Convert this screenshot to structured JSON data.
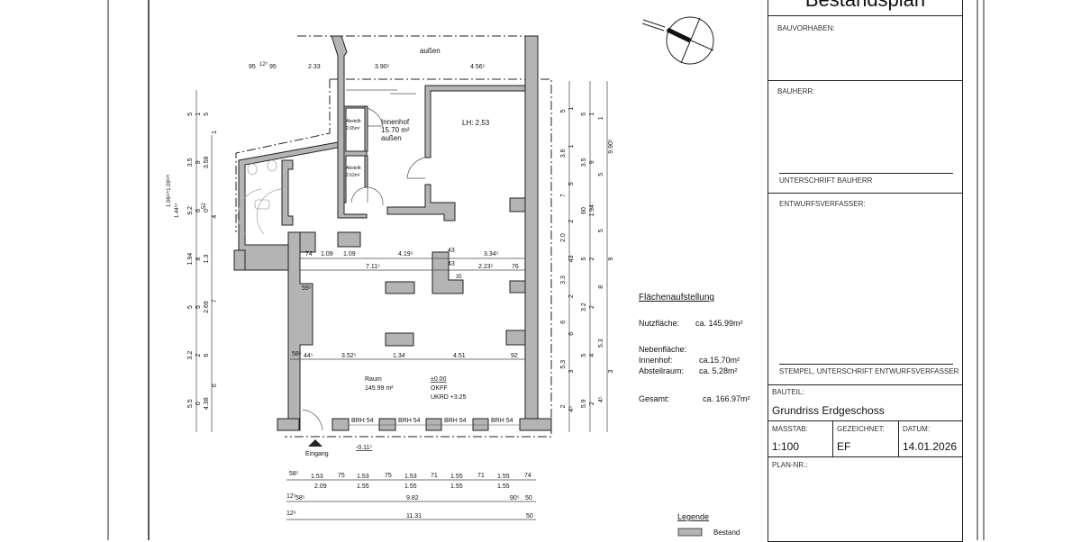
{
  "title_block": {
    "title": "Bestandsplan",
    "bauvorhaben_label": "BAUVORHABEN:",
    "bauherr_label": "BAUHERR:",
    "unterschrift_bauherr": "UNTERSCHRIFT BAUHERR",
    "entwurfsverfasser_label": "ENTWURFSVERFASSER:",
    "stempel_label": "STEMPEL, UNTERSCHRIFT ENTWURFSVERFASSER",
    "bauteil_label": "BAUTEIL:",
    "bauteil_value": "Grundriss Erdgeschoss",
    "masstab_label": "MASSTAB:",
    "masstab_value": "1:100",
    "gezeichnet_label": "GEZEICHNET:",
    "gezeichnet_value": "EF",
    "datum_label": "DATUM:",
    "datum_value": "14.01.2026",
    "plan_nr_label": "PLAN-NR.:"
  },
  "areas": {
    "heading": "Flächenaufstellung",
    "nutzflaeche_label": "Nutzfläche:",
    "nutzflaeche_value": "ca. 145.99m²",
    "nebenflaeche_label": "Nebenfläche:",
    "innenhof_label": "Innenhof:",
    "innenhof_value": "ca.15.70m²",
    "abstellraum_label": "Abstellraum:",
    "abstellraum_value": "ca. 5.28m²",
    "gesamt_label": "Gesamt:",
    "gesamt_value": "ca. 166.97m²"
  },
  "legend": {
    "heading": "Legende",
    "items": [
      {
        "label": "Bestand",
        "color": "#b4b4b4"
      }
    ]
  },
  "rooms": {
    "aussen": "außen",
    "innenhof": [
      "Innenhof",
      "15.70 m²",
      "außen"
    ],
    "abstell1": [
      "Abstellr.",
      "2.65m²"
    ],
    "abstell2": [
      "Abstellr.",
      "2.62m²"
    ],
    "lh": "LH: 2.53",
    "raum": [
      "Raum",
      "145.99 m²"
    ],
    "level": [
      "±0.00",
      "OKFF",
      "UKRD +3.25"
    ],
    "entrance": "Eingang",
    "entrance_level": "-0.11⁵",
    "windows": [
      "BRH 54",
      "BRH 54",
      "BRH 54",
      "BRH 54"
    ]
  },
  "dimensions": {
    "top": [
      "95",
      "12⁵",
      "95",
      "2.33",
      "3.90⁵",
      "4.56⁵"
    ],
    "row1": [
      "74",
      "1.09",
      "1.09",
      "4.19⁵",
      "43",
      "3.34⁵"
    ],
    "row2": [
      "7.11⁵",
      "43",
      "2.23⁵",
      "76",
      "35"
    ],
    "mid": [
      "59⁵"
    ],
    "row3": [
      "58⁵",
      "44⁵",
      "3.52⁵",
      "1.34",
      "4.51",
      "92"
    ],
    "bottom1_top": [
      "58⁵",
      "1.53",
      "75",
      "1.53",
      "75",
      "1.53",
      "71",
      "1.55",
      "71",
      "1.55",
      "74"
    ],
    "bottom1_sub": [
      "2.09",
      "1.55",
      "1.55",
      "1.55",
      "1.55"
    ],
    "bottom2": [
      "12⁵",
      "58⁵",
      "9.82",
      "90⁵",
      "50"
    ],
    "bottom3": [
      "12⁶",
      "11.31",
      "50"
    ],
    "left1": [
      "5.5",
      "3.2",
      "5",
      "1.94",
      "9.2",
      "3.5",
      "5"
    ],
    "left2": [
      "0",
      "2",
      "5",
      "8",
      "6",
      "9",
      "1"
    ],
    "left3": [
      "4.38",
      "6",
      "2.69",
      "1.3",
      "0",
      "3.58",
      "5"
    ],
    "left4": [
      "6",
      "7",
      "4",
      "1"
    ],
    "left_extra": [
      "1.06¹²⁵1.09¹²⁵",
      "1.44⁶⁴",
      "52"
    ],
    "right1": [
      "2",
      "5.3",
      "6",
      "3.3",
      "2.0",
      "7",
      "3.6",
      "5"
    ],
    "right2": [
      "4⁵",
      "3",
      "6",
      "2",
      "43",
      "2",
      "5",
      "1",
      "1"
    ],
    "right3": [
      "5.9",
      "5",
      "3.2",
      "5",
      "60",
      "3.5",
      "5"
    ],
    "right4": [
      "2",
      "4",
      "2",
      "2",
      "1.94",
      "9",
      "1"
    ],
    "right5": [
      "4⁵",
      "5.3",
      "8",
      "5",
      "5",
      "1"
    ],
    "right6": [
      "3",
      "9",
      "9.90⁵"
    ]
  }
}
